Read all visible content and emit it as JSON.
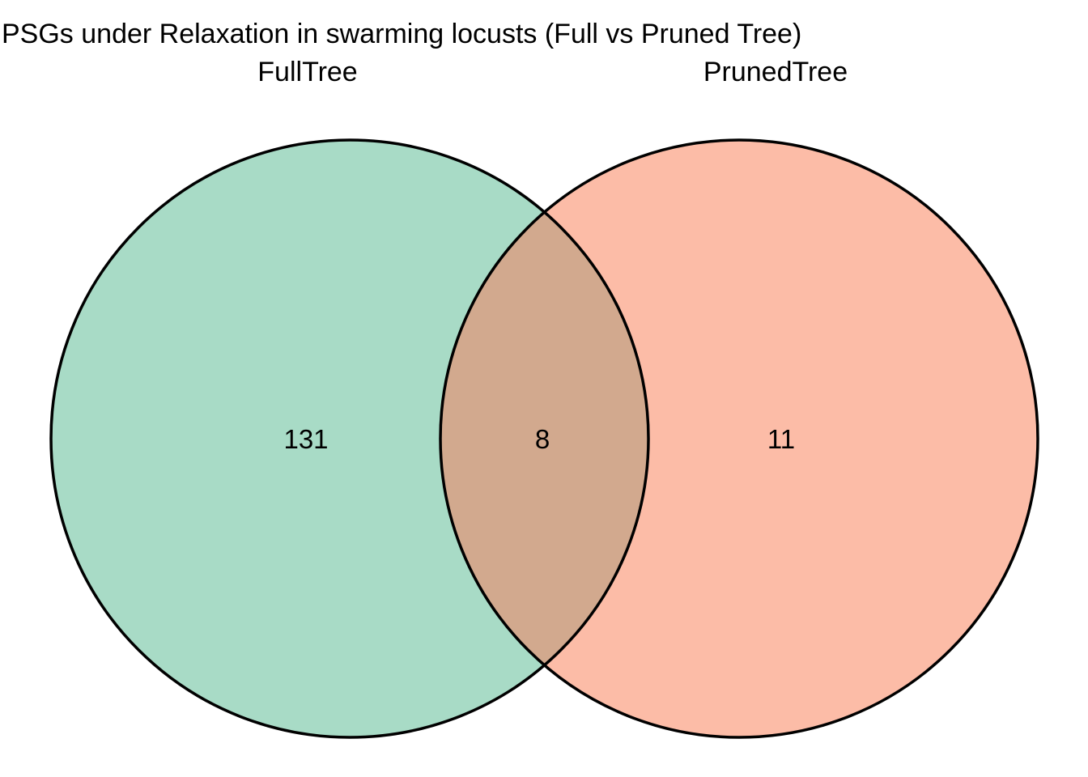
{
  "chart_data": {
    "type": "venn",
    "title": "PSGs under Relaxation in swarming locusts (Full vs Pruned Tree)",
    "legend_position": "top",
    "grid": false,
    "sets": [
      {
        "label": "FullTree",
        "only_value": 131
      },
      {
        "label": "PrunedTree",
        "only_value": 11
      }
    ],
    "intersection_value": 8,
    "colors": {
      "fulltree_fill": "#A8DBC6",
      "prunedtree_fill": "#FCBCA7",
      "intersection_fill": "#D2A98E",
      "outline": "#000000",
      "text": "#000000"
    }
  }
}
